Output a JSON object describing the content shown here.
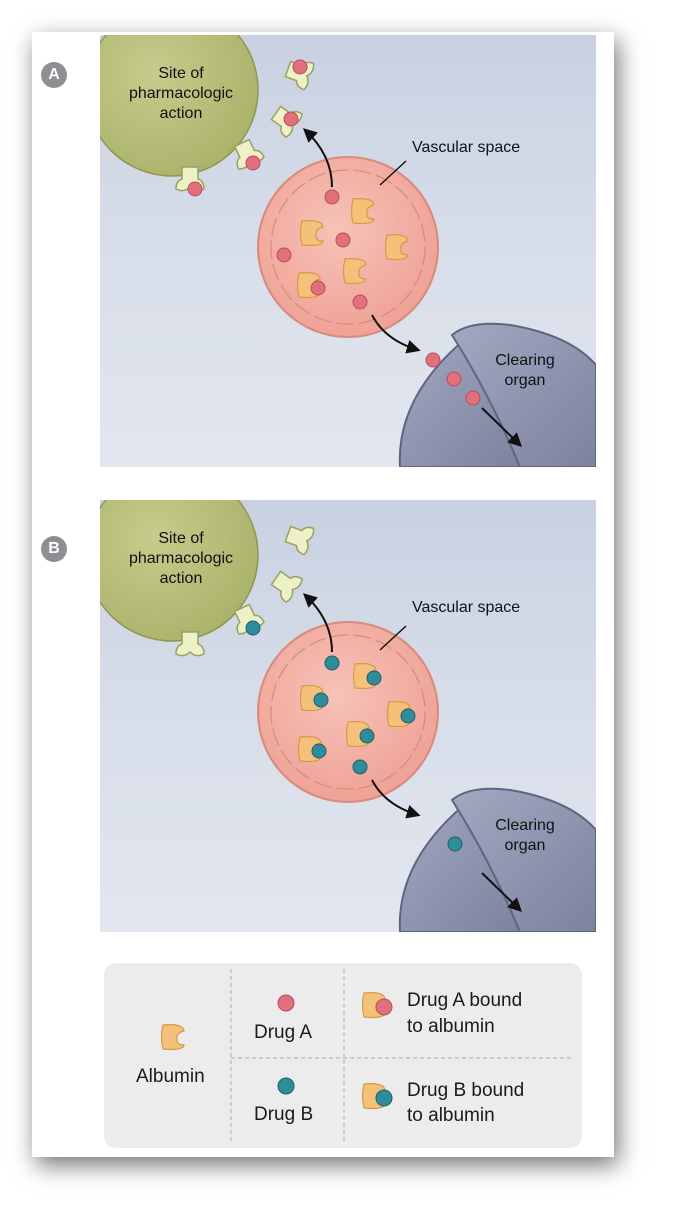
{
  "panels": [
    {
      "badge": "A",
      "site_label": [
        "Site of",
        "pharmacologic",
        "action"
      ],
      "vascular_label": "Vascular space",
      "organ_label": [
        "Clearing",
        "organ"
      ]
    },
    {
      "badge": "B",
      "site_label": [
        "Site of",
        "pharmacologic",
        "action"
      ],
      "vascular_label": "Vascular space",
      "organ_label": [
        "Clearing",
        "organ"
      ]
    }
  ],
  "legend": {
    "albumin": "Albumin",
    "drug_a": "Drug A",
    "drug_b": "Drug B",
    "drug_a_bound": [
      "Drug A bound",
      "to albumin"
    ],
    "drug_b_bound": [
      "Drug B bound",
      "to albumin"
    ]
  },
  "colors": {
    "drug_a": "#e0707c",
    "drug_b": "#2f8c9a",
    "albumin": "#f4c17a",
    "site": "#b9c07b",
    "vessel": "#f1b3a5",
    "organ": "#8e94ad"
  }
}
